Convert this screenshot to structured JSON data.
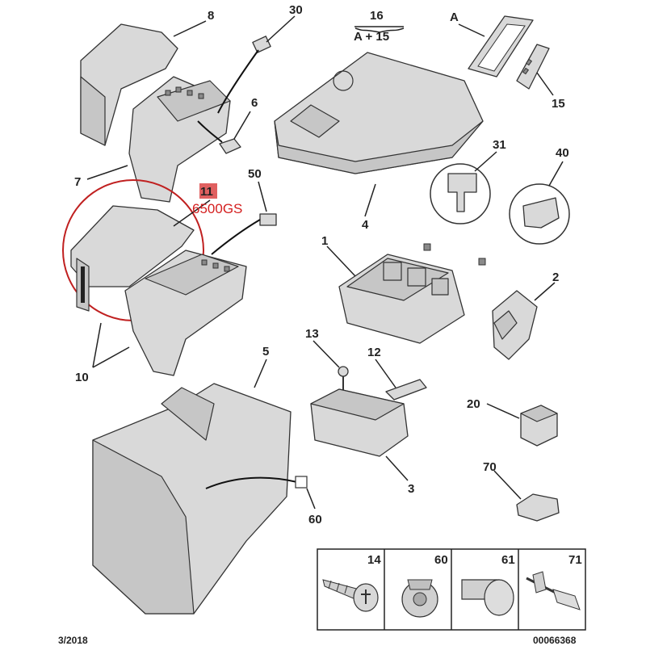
{
  "callouts": {
    "c8": "8",
    "c30": "30",
    "c16": "16",
    "c16b": "A + 15",
    "cA": "A",
    "c15": "15",
    "c6": "6",
    "c7": "7",
    "c31": "31",
    "c40": "40",
    "c11": "11",
    "c11part": "6500GS",
    "c50": "50",
    "c4": "4",
    "c1": "1",
    "c2": "2",
    "c10": "10",
    "c5": "5",
    "c13": "13",
    "c12": "12",
    "c20": "20",
    "c3": "3",
    "c70": "70",
    "c60": "60"
  },
  "fasteners": [
    {
      "label": "14",
      "icon": "screw-icon"
    },
    {
      "label": "60",
      "icon": "clip-icon"
    },
    {
      "label": "61",
      "icon": "rivet-icon"
    },
    {
      "label": "71",
      "icon": "blind-rivet-icon"
    }
  ],
  "footer": {
    "date": "3/2018",
    "ref": "00066368"
  },
  "colors": {
    "highlight": "#d41e1e",
    "part": "#d9d9d9",
    "outline": "#333333"
  }
}
